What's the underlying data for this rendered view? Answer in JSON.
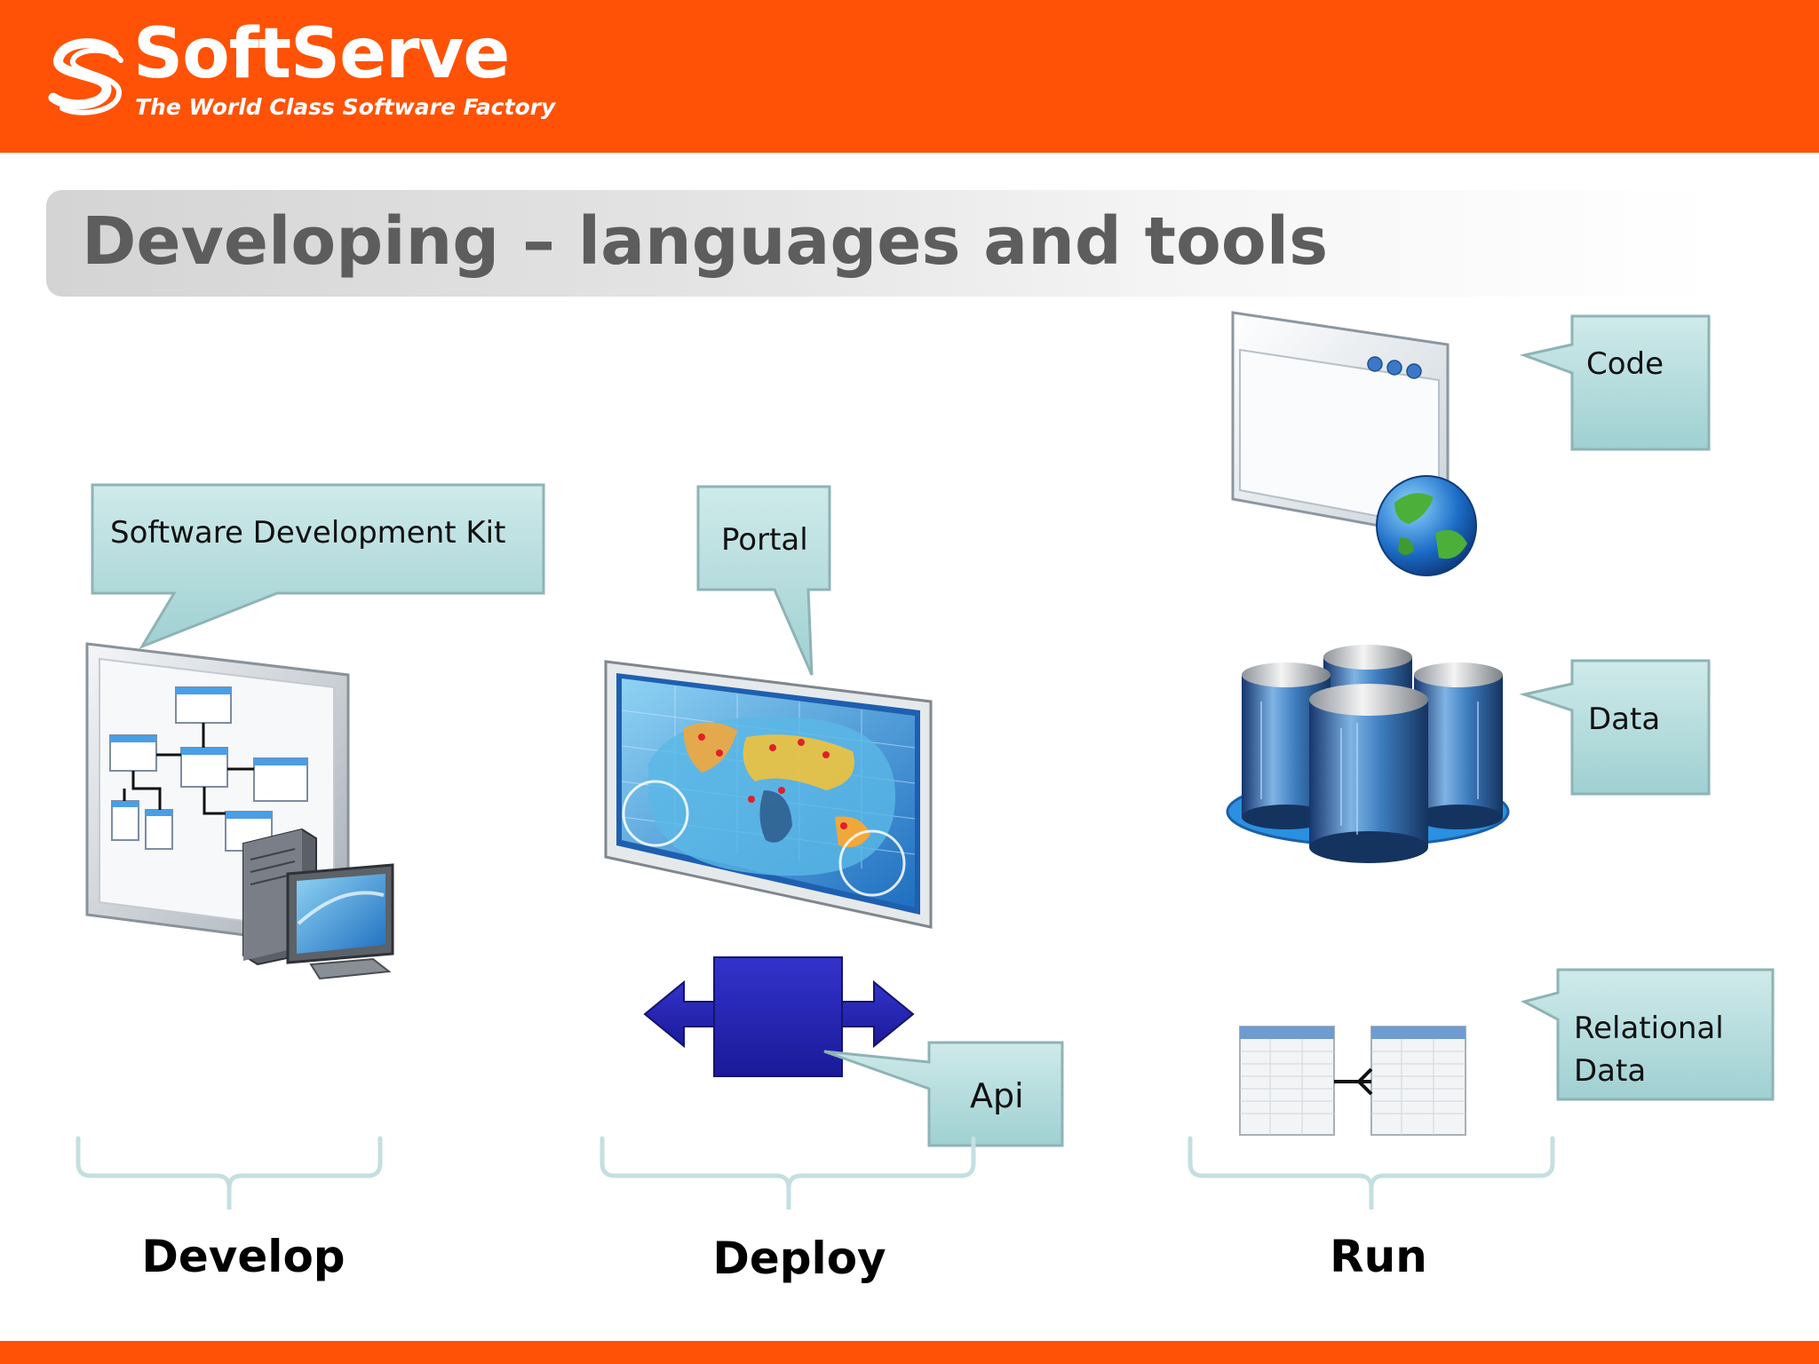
{
  "brand": {
    "name": "SoftServe",
    "tagline": "The World Class Software Factory",
    "accent_color": "#ff5206"
  },
  "slide": {
    "title": "Developing – languages and tools"
  },
  "callouts": {
    "sdk": "Software Development Kit",
    "portal": "Portal",
    "api": "Api",
    "code": "Code",
    "data": "Data",
    "relational_line1": "Relational",
    "relational_line2": "Data"
  },
  "stages": {
    "develop": "Develop",
    "deploy": "Deploy",
    "run": "Run"
  },
  "icons": {
    "develop": "sdk-diagram-computer-icon",
    "deploy_portal": "world-map-screen-icon",
    "deploy_api": "bidirectional-arrow-block-icon",
    "run_code": "browser-window-globe-icon",
    "run_data": "database-cylinders-icon",
    "run_relational": "relational-tables-icon"
  }
}
